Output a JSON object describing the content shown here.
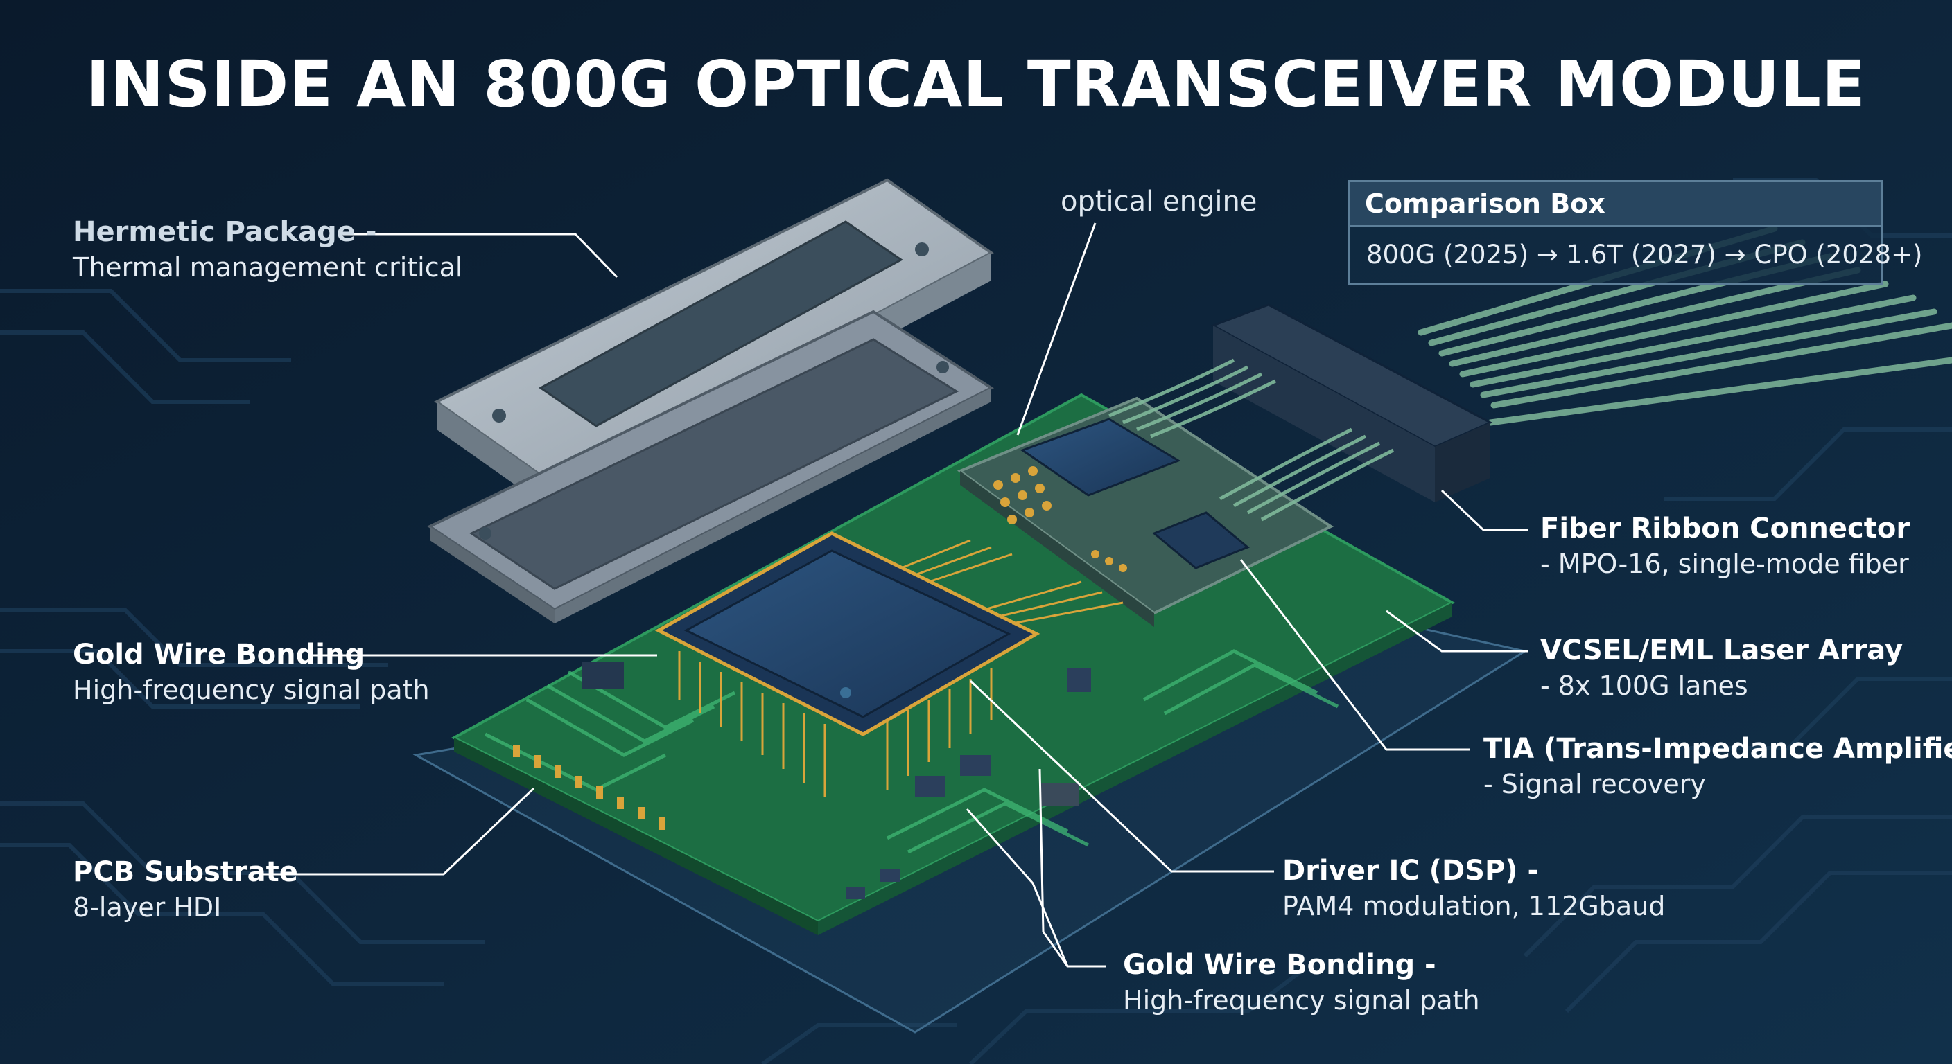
{
  "title": "INSIDE AN 800G OPTICAL TRANSCEIVER MODULE",
  "colors": {
    "background": "#0c1f33",
    "pcb_green": "#1f7a4a",
    "gold": "#d9a43a",
    "metal": "#9aa7b3",
    "chip_blue": "#23466e",
    "fiber": "#7fb89a",
    "leader_line": "#ffffff"
  },
  "labels": {
    "hermetic_package": {
      "title": "Hermetic Package -",
      "detail": "Thermal management critical"
    },
    "optical_engine": {
      "title": "optical engine"
    },
    "fiber_connector": {
      "title": "Fiber Ribbon Connector",
      "detail": "- MPO-16, single-mode fiber"
    },
    "laser_array": {
      "title": "VCSEL/EML Laser Array",
      "detail": "- 8x 100G lanes"
    },
    "tia": {
      "title": "TIA (Trans-Impedance Amplifier)",
      "detail": "- Signal recovery"
    },
    "gold_wire_left": {
      "title": "Gold Wire Bonding",
      "detail": "High-frequency signal path"
    },
    "pcb_substrate": {
      "title": "PCB Substrate",
      "detail": "8-layer HDI"
    },
    "driver_ic": {
      "title": "Driver IC (DSP) -",
      "detail": "PAM4 modulation, 112Gbaud"
    },
    "gold_wire_bottom": {
      "title": "Gold Wire Bonding -",
      "detail": "High-frequency signal path"
    }
  },
  "comparison_box": {
    "heading": "Comparison Box",
    "body": "800G (2025) → 1.6T (2027) → CPO (2028+)"
  }
}
